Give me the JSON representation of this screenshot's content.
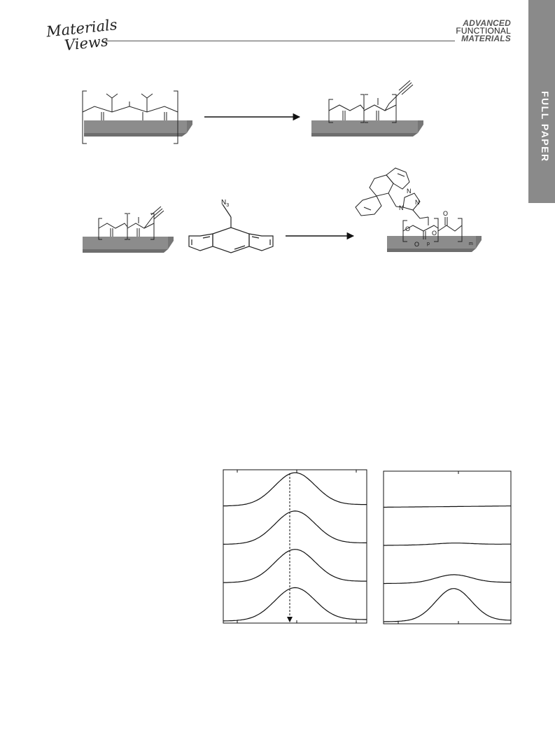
{
  "header": {
    "journal_logo_line1": "Materials",
    "journal_logo_line2": "Views",
    "brand_line1": "ADVANCED",
    "brand_line2": "FUNCTIONAL",
    "brand_line3": "MATERIALS",
    "section_tab": "FULL PAPER"
  },
  "scheme": {
    "azide_label": "N",
    "azide_subscript": "3",
    "triazole_n1": "N",
    "triazole_n2": "N",
    "triazole_n3": "N",
    "ester_o1": "O",
    "ester_o2": "O",
    "ester_o3": "O",
    "ester_o4": "O",
    "subscript_p": "p",
    "subscript_m": "m"
  },
  "chart_data": [
    {
      "type": "line",
      "panel": "left",
      "series_count": 4,
      "peak_position": 0.5,
      "description_visible": "four stacked peaks of equal height aligned on a dashed vertical line with arrow",
      "relative_peak_heights": [
        1.0,
        1.0,
        1.0,
        1.0
      ]
    },
    {
      "type": "line",
      "panel": "right",
      "series_count": 4,
      "peak_position": 0.55,
      "relative_peak_heights": [
        0.0,
        0.05,
        0.25,
        1.0
      ]
    }
  ],
  "colors": {
    "substrate_top": "#8c8c8c",
    "substrate_side": "#6e6e6e",
    "tab": "#8a8a8a"
  }
}
